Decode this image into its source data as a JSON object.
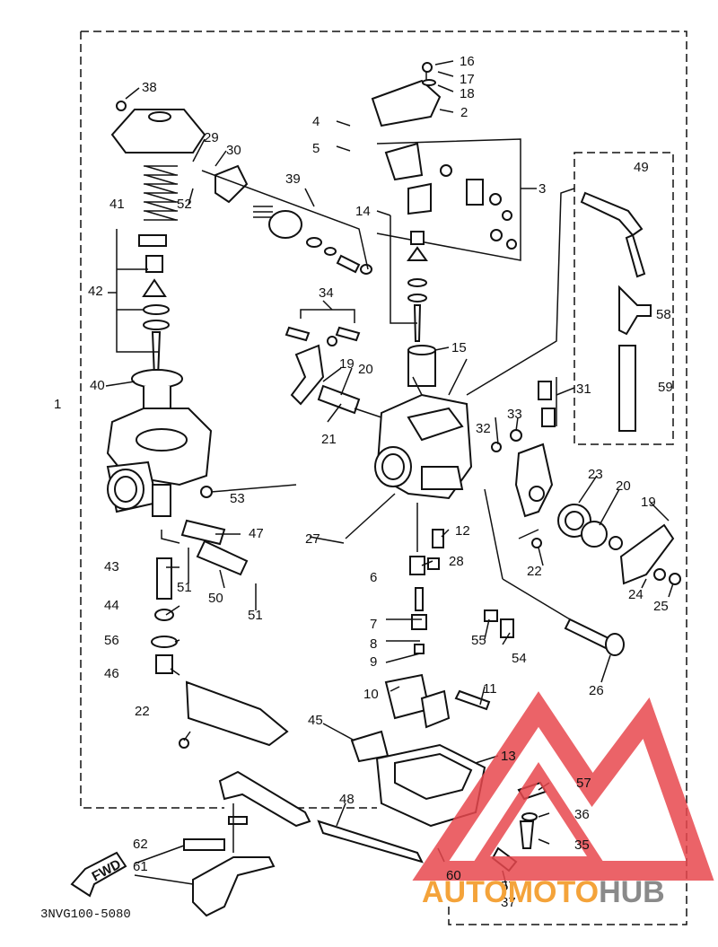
{
  "diagram": {
    "part_numbers": [
      "1",
      "2",
      "3",
      "4",
      "5",
      "6",
      "7",
      "8",
      "9",
      "10",
      "11",
      "12",
      "13",
      "14",
      "15",
      "16",
      "17",
      "18",
      "19",
      "19",
      "20",
      "20",
      "21",
      "22",
      "22",
      "23",
      "24",
      "25",
      "26",
      "27",
      "28",
      "29",
      "30",
      "31",
      "32",
      "33",
      "34",
      "35",
      "36",
      "37",
      "38",
      "39",
      "40",
      "41",
      "42",
      "43",
      "44",
      "45",
      "46",
      "47",
      "48",
      "49",
      "50",
      "51",
      "51",
      "52",
      "53",
      "54",
      "55",
      "56",
      "57",
      "57",
      "58",
      "59",
      "60",
      "61",
      "62"
    ],
    "fwd_label": "FWD",
    "drawing_code": "3NVG100-5080",
    "watermark": {
      "brand_part_1": "AUTOMOTO",
      "brand_part_2": "HUB",
      "color_primary": "#f4a33a",
      "color_secondary": "#8a8a8a",
      "logo_color": "#e8484e"
    }
  }
}
